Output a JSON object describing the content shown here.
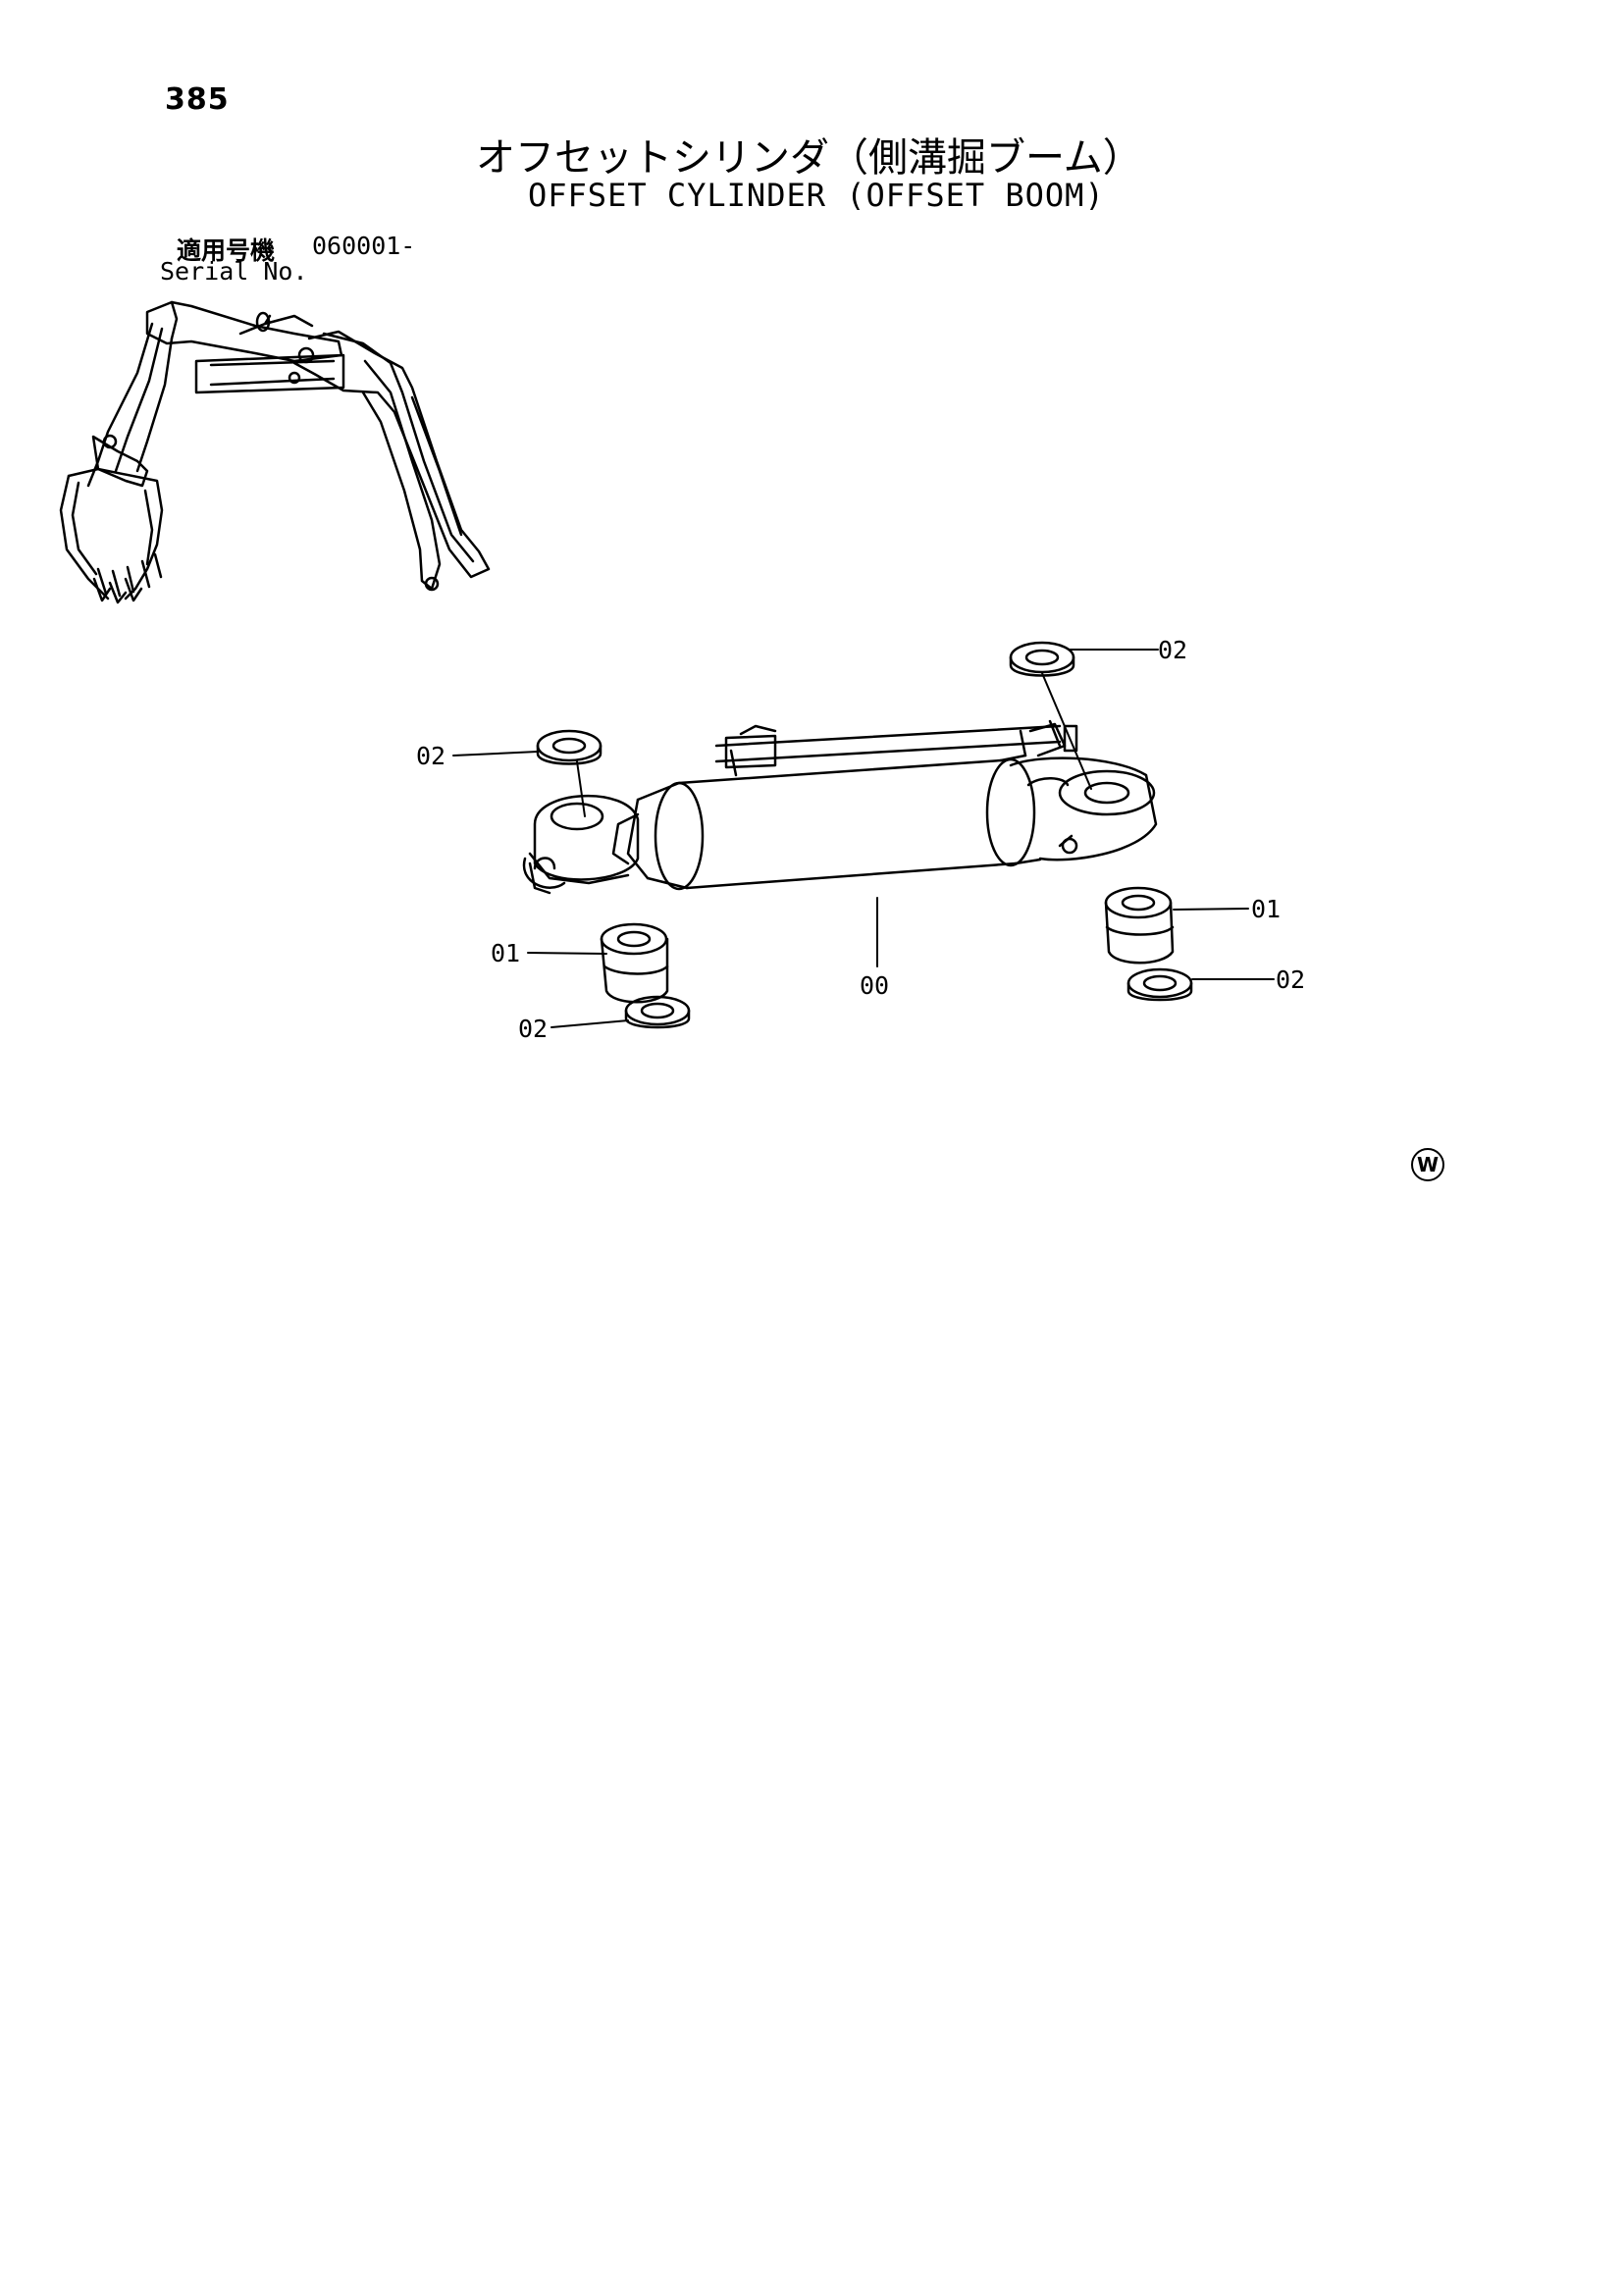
{
  "page": {
    "number": "385",
    "title_jp": "オフセットシリンダ（側溝掘ブーム）",
    "title_en": "OFFSET CYLINDER (OFFSET BOOM)",
    "serial_jp_label": "適用号機",
    "serial_value": "060001-",
    "serial_en_label": "Serial No.",
    "mark": "W"
  },
  "callouts": [
    {
      "id": "c-02-top-right",
      "label": "02"
    },
    {
      "id": "c-02-top-left",
      "label": "02"
    },
    {
      "id": "c-01-right",
      "label": "01"
    },
    {
      "id": "c-01-left",
      "label": "01"
    },
    {
      "id": "c-00",
      "label": "00"
    },
    {
      "id": "c-02-bottom-right",
      "label": "02"
    },
    {
      "id": "c-02-bottom-left",
      "label": "02"
    }
  ]
}
